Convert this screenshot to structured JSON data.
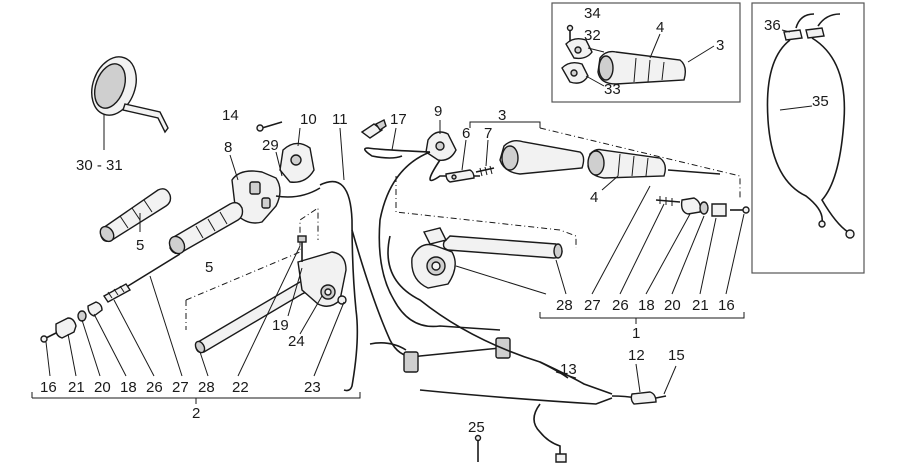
{
  "diagram": {
    "callouts": {
      "c30_31": "30 - 31",
      "c5a": "5",
      "c5b": "5",
      "c14": "14",
      "c10": "10",
      "c29": "29",
      "c8": "8",
      "c11": "11",
      "c17": "17",
      "c9": "9",
      "c3a": "3",
      "c6": "6",
      "c7": "7",
      "c4a": "4",
      "c34": "34",
      "c32": "32",
      "c4b": "4",
      "c3b": "3",
      "c33": "33",
      "c36": "36",
      "c35": "35",
      "c19": "19",
      "c24": "24",
      "c28a": "28",
      "c27a": "27",
      "c26a": "26",
      "c18a": "18",
      "c20a": "20",
      "c21a": "21",
      "c16a": "16",
      "c1": "1",
      "c16b": "16",
      "c21b": "21",
      "c20b": "20",
      "c18b": "18",
      "c26b": "26",
      "c27b": "27",
      "c28b": "28",
      "c22": "22",
      "c23": "23",
      "c2": "2",
      "c13": "13",
      "c12": "12",
      "c15": "15",
      "c25": "25"
    }
  }
}
